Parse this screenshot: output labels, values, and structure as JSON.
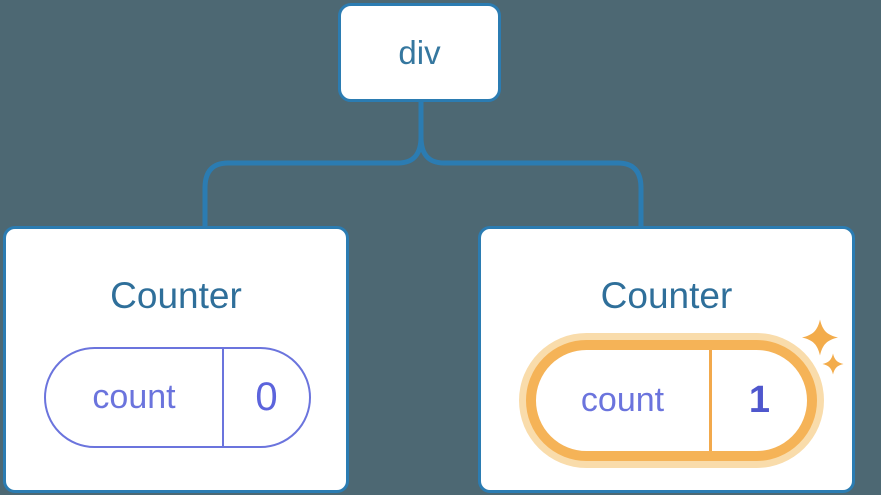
{
  "tree": {
    "root": {
      "label": "div"
    },
    "children": [
      {
        "title": "Counter",
        "state_key": "count",
        "state_value": "0",
        "highlighted": false
      },
      {
        "title": "Counter",
        "state_key": "count",
        "state_value": "1",
        "highlighted": true
      }
    ]
  },
  "icons": {
    "sparkle": "four-point-star"
  },
  "colors": {
    "background": "#4d6873",
    "connector_blue": "#2b7cb2",
    "node_text_blue": "#35779f",
    "title_blue": "#2f6f9a",
    "state_purple": "#6b74dd",
    "state_value_purple": "#5c64dc",
    "highlight_value_purple": "#4f57cd",
    "highlight_orange": "#f5b357",
    "highlight_glow": "#f9dcab",
    "highlight_divider": "#f2a94c",
    "sparkle_orange": "#f3ac4b",
    "card_background": "#ffffff"
  }
}
